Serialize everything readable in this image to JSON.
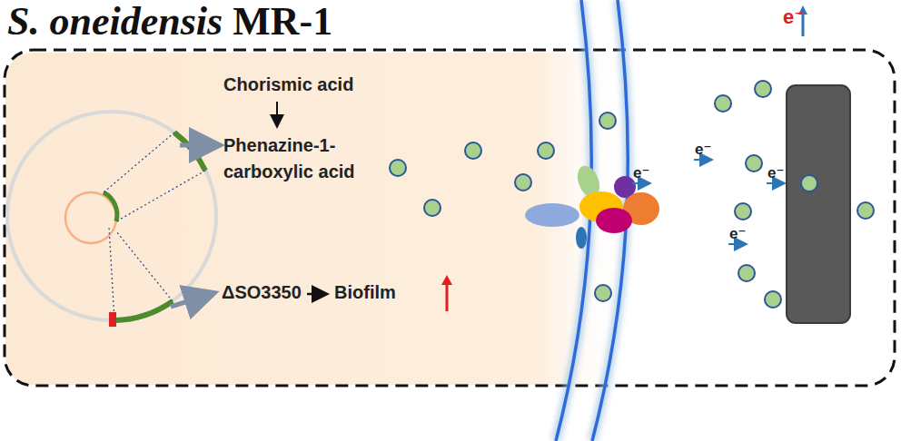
{
  "diagram": {
    "title": "S. oneidensis MR-1",
    "labels": [
      "Chorismic acid",
      "Phenazine-1-carboxylic acid",
      "ΔSO3350",
      "Biofilm",
      "e⁻",
      "e⁻",
      "e⁻",
      "e⁻",
      "e⁻"
    ]
  }
}
